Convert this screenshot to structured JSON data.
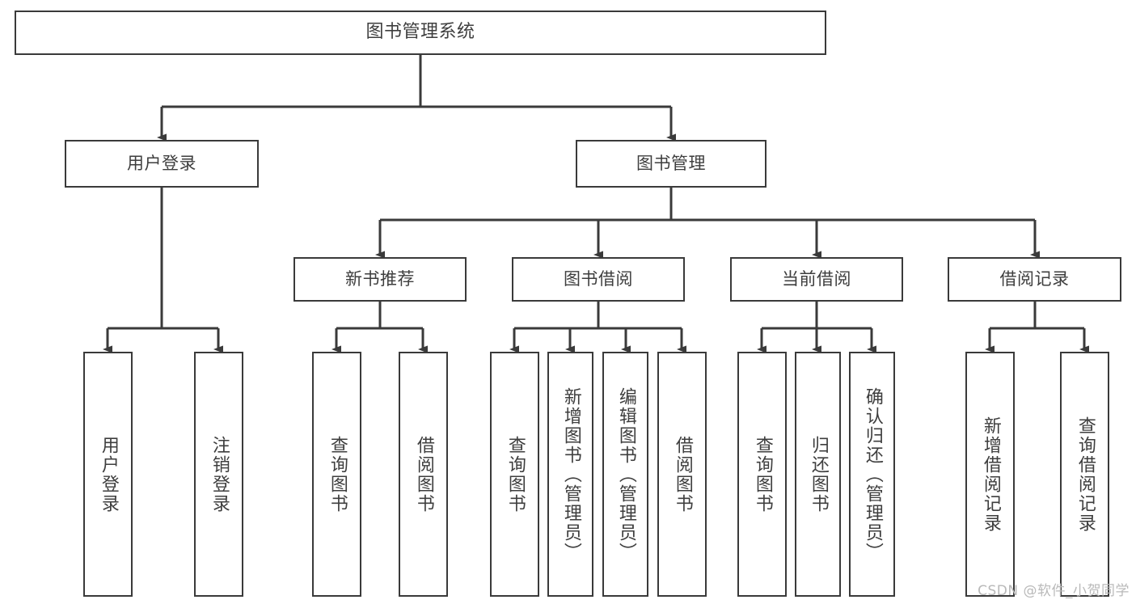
{
  "diagram": {
    "title": "图书管理系统",
    "type": "tree-hierarchy-diagram",
    "root": {
      "label": "图书管理系统"
    },
    "level2": [
      {
        "label": "用户登录"
      },
      {
        "label": "图书管理"
      }
    ],
    "level3": [
      {
        "label": "新书推荐"
      },
      {
        "label": "图书借阅"
      },
      {
        "label": "当前借阅"
      },
      {
        "label": "借阅记录"
      }
    ],
    "leaves": [
      {
        "label": "用户登录"
      },
      {
        "label": "注销登录"
      },
      {
        "label": "查询图书"
      },
      {
        "label": "借阅图书"
      },
      {
        "label": "查询图书"
      },
      {
        "label": "新增图书（管理员）"
      },
      {
        "label": "编辑图书（管理员）"
      },
      {
        "label": "借阅图书"
      },
      {
        "label": "查询图书"
      },
      {
        "label": "归还图书"
      },
      {
        "label": "确认归还（管理员）"
      },
      {
        "label": "新增借阅记录"
      },
      {
        "label": "查询借阅记录"
      }
    ],
    "watermark": "CSDN @软件_小贺同学",
    "colors": {
      "stroke": "#3a3a3a",
      "text": "#3e3e3e",
      "background": "#ffffff",
      "watermark": "#b9b9b9"
    }
  }
}
